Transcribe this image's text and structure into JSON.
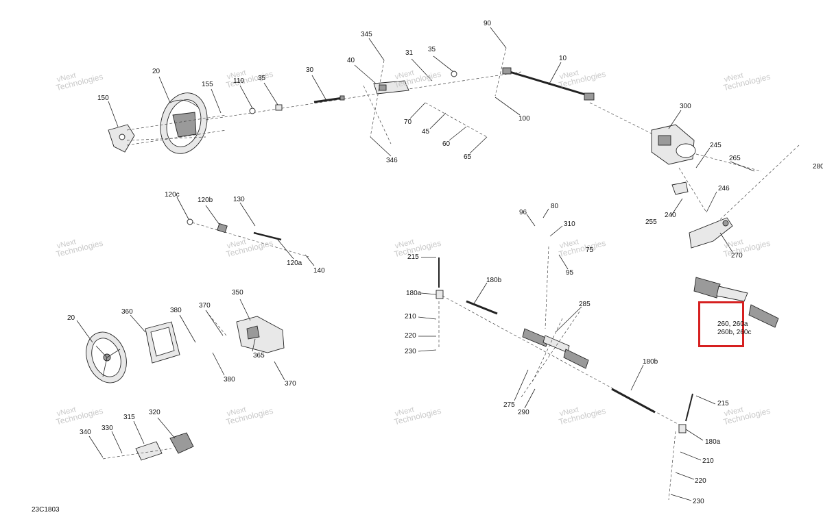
{
  "diagram": {
    "drawing_code": "23C1803",
    "watermark": {
      "line1": "vNext",
      "line2": "Technologies"
    },
    "highlight": {
      "color": "#d62020",
      "text_line1": "260, 260a",
      "text_line2": "260b, 260c"
    },
    "callouts": {
      "c20a": "20",
      "c150": "150",
      "c155": "155",
      "c110": "110",
      "c35a": "35",
      "c30": "30",
      "c345": "345",
      "c40": "40",
      "c31": "31",
      "c35b": "35",
      "c90": "90",
      "c10": "10",
      "c346": "346",
      "c70": "70",
      "c45": "45",
      "c60": "60",
      "c65": "65",
      "c100": "100",
      "c300": "300",
      "c245": "245",
      "c265": "265",
      "c280": "280",
      "c246": "246",
      "c240": "240",
      "c255": "255",
      "c270": "270",
      "c120c": "120c",
      "c120b": "120b",
      "c130": "130",
      "c120a": "120a",
      "c140": "140",
      "c96": "96",
      "c80": "80",
      "c310": "310",
      "c75": "75",
      "c95": "95",
      "c215a": "215",
      "c180b_a": "180b",
      "c180a_a": "180a",
      "c210a": "210",
      "c220a": "220",
      "c230a": "230",
      "c285": "285",
      "c275": "275",
      "c290": "290",
      "c180b_b": "180b",
      "c215b": "215",
      "c180a_b": "180a",
      "c210b": "210",
      "c220b": "220",
      "c230b": "230",
      "c20b": "20",
      "c360": "360",
      "c380a": "380",
      "c370a": "370",
      "c350": "350",
      "c365": "365",
      "c380b": "380",
      "c370b": "370",
      "c315": "315",
      "c320": "320",
      "c340": "340",
      "c330": "330"
    }
  }
}
